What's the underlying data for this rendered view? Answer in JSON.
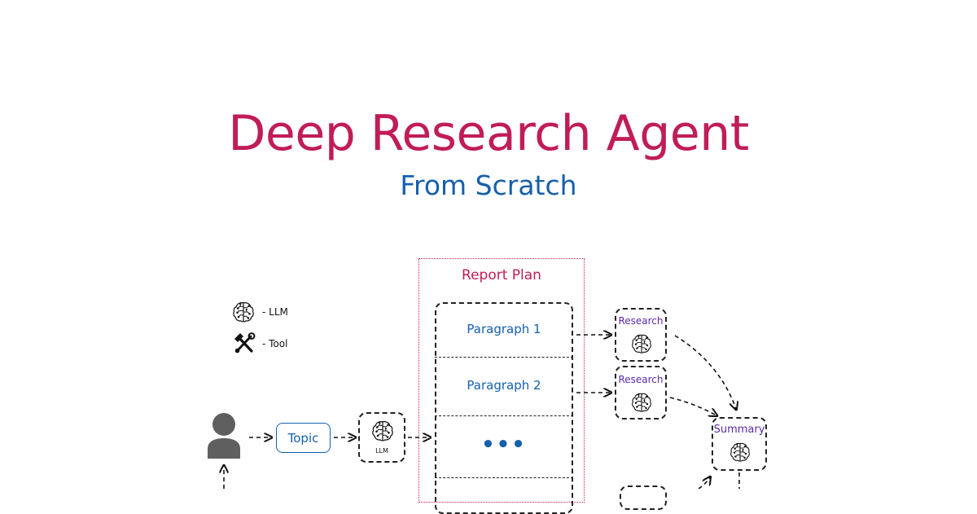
{
  "header": {
    "title": "Deep Research Agent",
    "subtitle": "From Scratch"
  },
  "legend": {
    "llm_label": "- LLM",
    "llm_icon": "brain-icon",
    "tool_label": "- Tool",
    "tool_icon": "hammer-wrench-icon"
  },
  "flow": {
    "user_icon": "user-icon",
    "topic_label": "Topic",
    "llm_node_label": "LLM"
  },
  "report_plan": {
    "title": "Report Plan",
    "paragraphs": [
      "Paragraph 1",
      "Paragraph 2"
    ],
    "ellipsis": "•••"
  },
  "research_nodes": [
    {
      "label": "Research",
      "icon": "brain-icon"
    },
    {
      "label": "Research",
      "icon": "brain-icon"
    }
  ],
  "summary_node": {
    "label": "Summary",
    "icon": "brain-icon"
  },
  "colors": {
    "title": "#C01D58",
    "subtitle": "#1560AC",
    "node_label": "#5B2AA8",
    "user_icon": "#5F5F5F"
  }
}
